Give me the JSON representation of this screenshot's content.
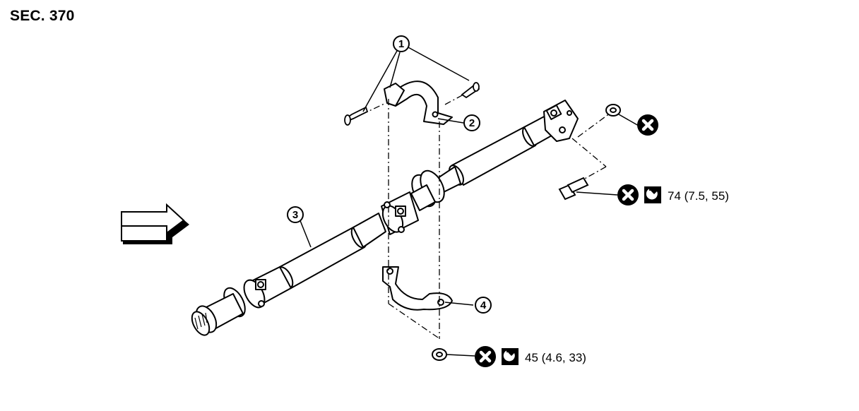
{
  "section_label": "SEC. 370",
  "callouts": [
    "1",
    "2",
    "3",
    "4"
  ],
  "torque_specs": {
    "upper": "74 (7.5, 55)",
    "lower": "45 (4.6, 33)"
  },
  "icons": [
    "do-not-reuse-icon",
    "torque-wrench-icon",
    "front-direction-arrow-icon"
  ]
}
